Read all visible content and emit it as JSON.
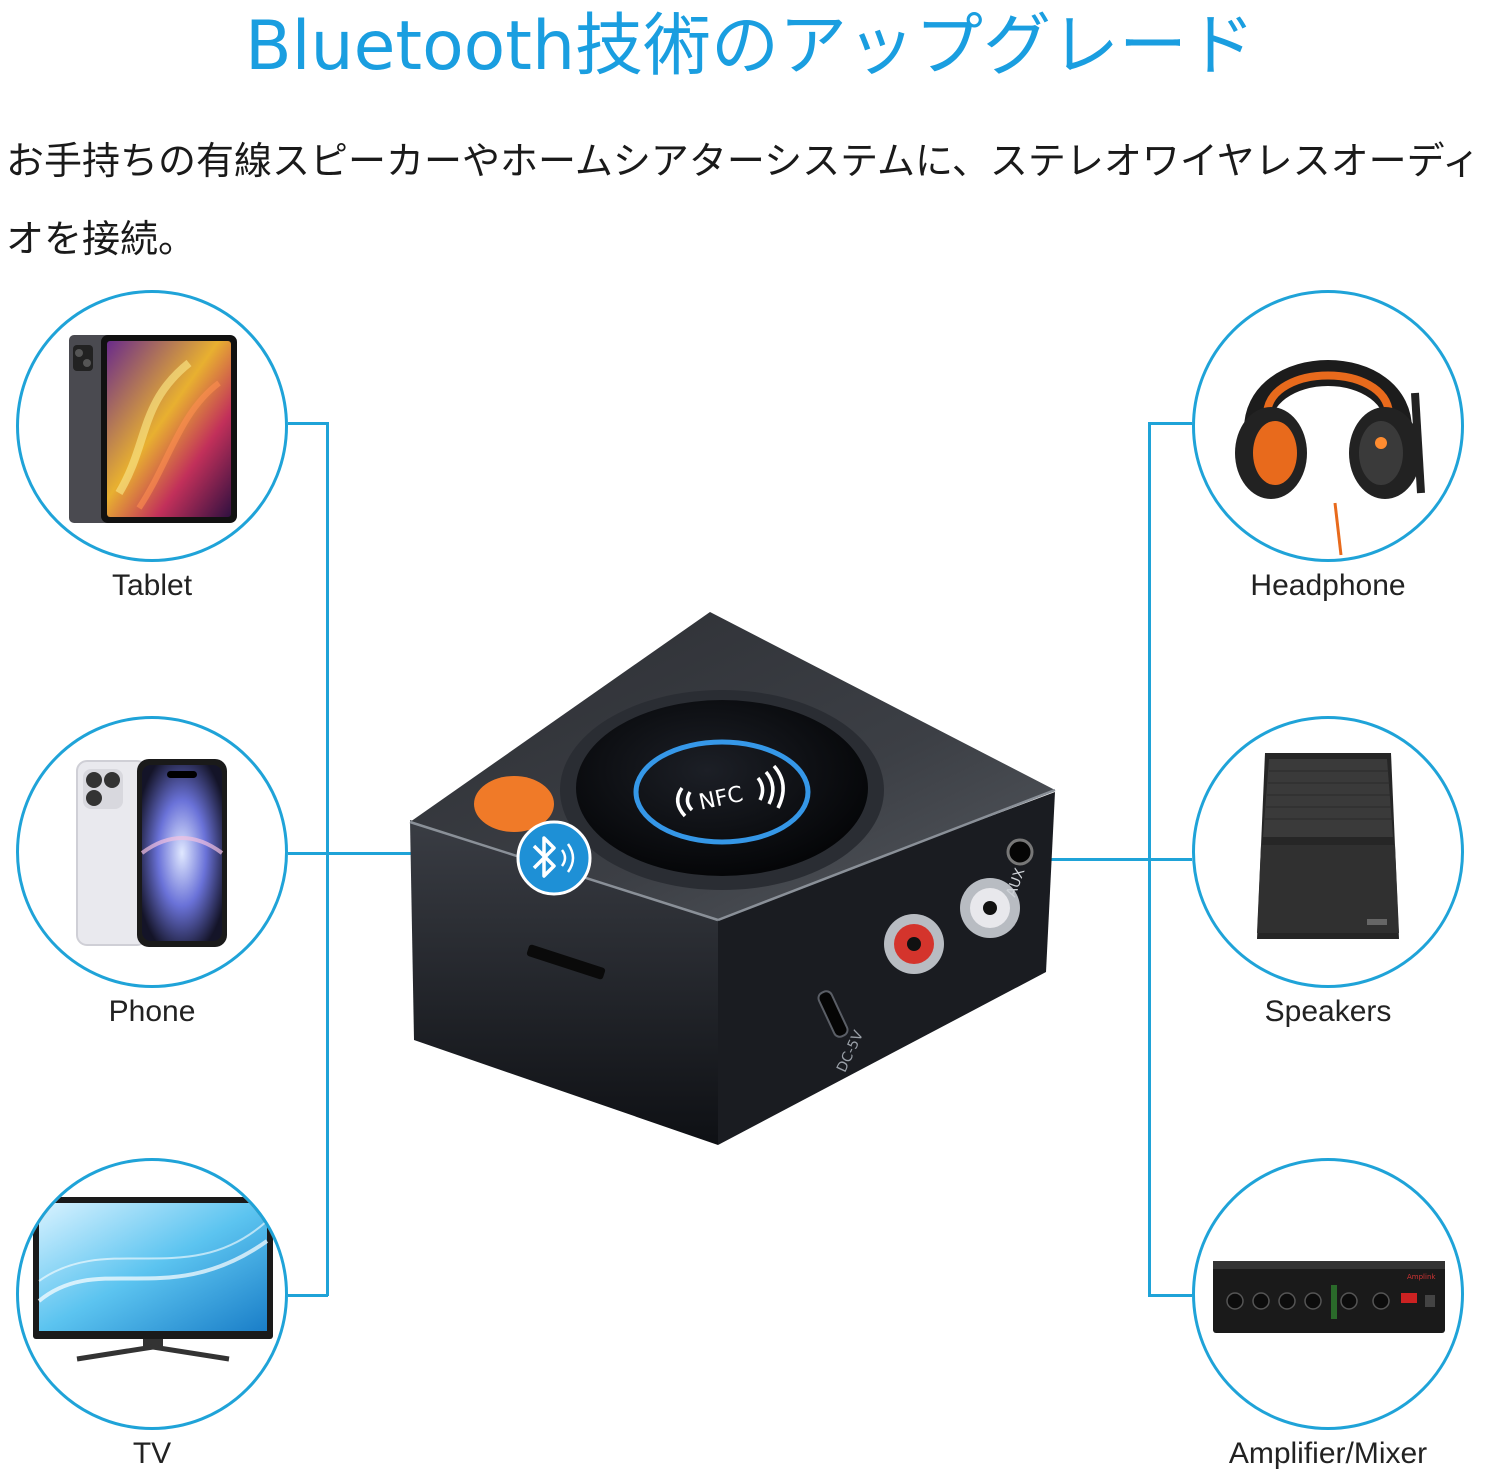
{
  "header": {
    "title": "Bluetooth技術のアップグレード",
    "description": "お手持ちの有線スピーカーやホームシアターシステムに、ステレオワイヤレスオーディオを接続。"
  },
  "devices": {
    "left": [
      {
        "label": "Tablet",
        "icon": "tablet-icon"
      },
      {
        "label": "Phone",
        "icon": "phone-icon"
      },
      {
        "label": "TV",
        "icon": "tv-icon"
      }
    ],
    "right": [
      {
        "label": "Headphone",
        "icon": "headphone-icon"
      },
      {
        "label": "Speakers",
        "icon": "speaker-icon"
      },
      {
        "label": "Amplifier/Mixer",
        "icon": "amplifier-icon"
      }
    ]
  },
  "receiver": {
    "nfc_label": "NFC",
    "aux_label": "AUX",
    "dc_label": "DC-5V",
    "amp_brand": "Amplink"
  },
  "colors": {
    "accent": "#1fa3d8",
    "title": "#1a9ee0",
    "orange_button": "#f07a28",
    "bluetooth_badge": "#1e90d6"
  }
}
